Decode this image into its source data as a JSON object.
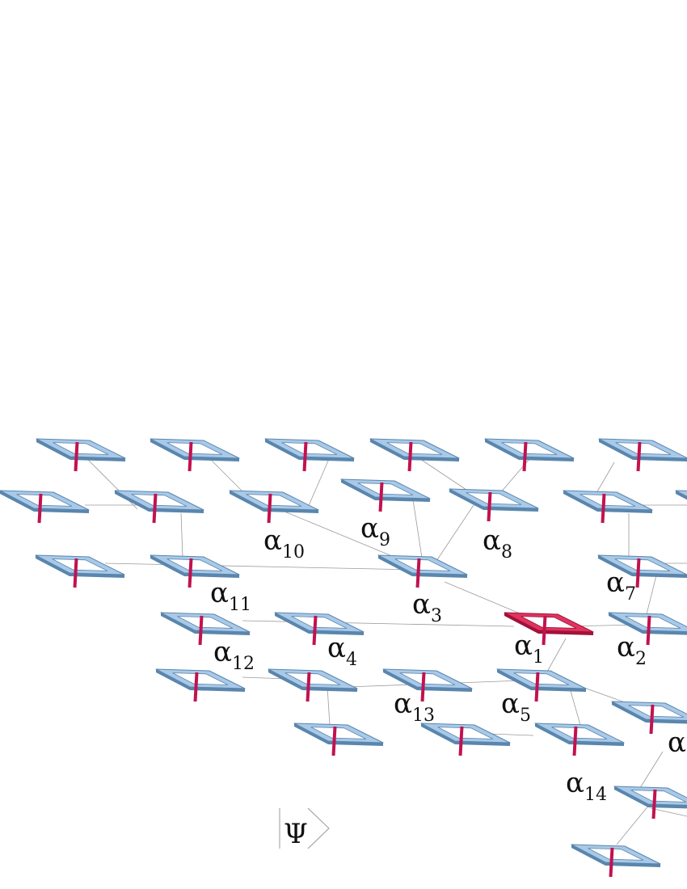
{
  "colors": {
    "plaquette_fill": "#a9c9e8",
    "plaquette_stroke": "#5a86ad",
    "highlight_fill": "#e0335f",
    "highlight_stroke": "#a0123a",
    "spin": "#c2124f",
    "connector": "#9a9a9a"
  },
  "labels": [
    {
      "id": "a1",
      "base": "α",
      "sub": "1"
    },
    {
      "id": "a2",
      "base": "α",
      "sub": "2"
    },
    {
      "id": "a3",
      "base": "α",
      "sub": "3"
    },
    {
      "id": "a4",
      "base": "α",
      "sub": "4"
    },
    {
      "id": "a5",
      "base": "α",
      "sub": "5"
    },
    {
      "id": "a6",
      "base": "α",
      "sub": ""
    },
    {
      "id": "a7",
      "base": "α",
      "sub": "7"
    },
    {
      "id": "a8",
      "base": "α",
      "sub": "8"
    },
    {
      "id": "a9",
      "base": "α",
      "sub": "9"
    },
    {
      "id": "a10",
      "base": "α",
      "sub": "10"
    },
    {
      "id": "a11",
      "base": "α",
      "sub": "11"
    },
    {
      "id": "a12",
      "base": "α",
      "sub": "12"
    },
    {
      "id": "a13",
      "base": "α",
      "sub": "13"
    },
    {
      "id": "a14",
      "base": "α",
      "sub": "14"
    }
  ],
  "ket": {
    "symbol": "Ψ"
  }
}
